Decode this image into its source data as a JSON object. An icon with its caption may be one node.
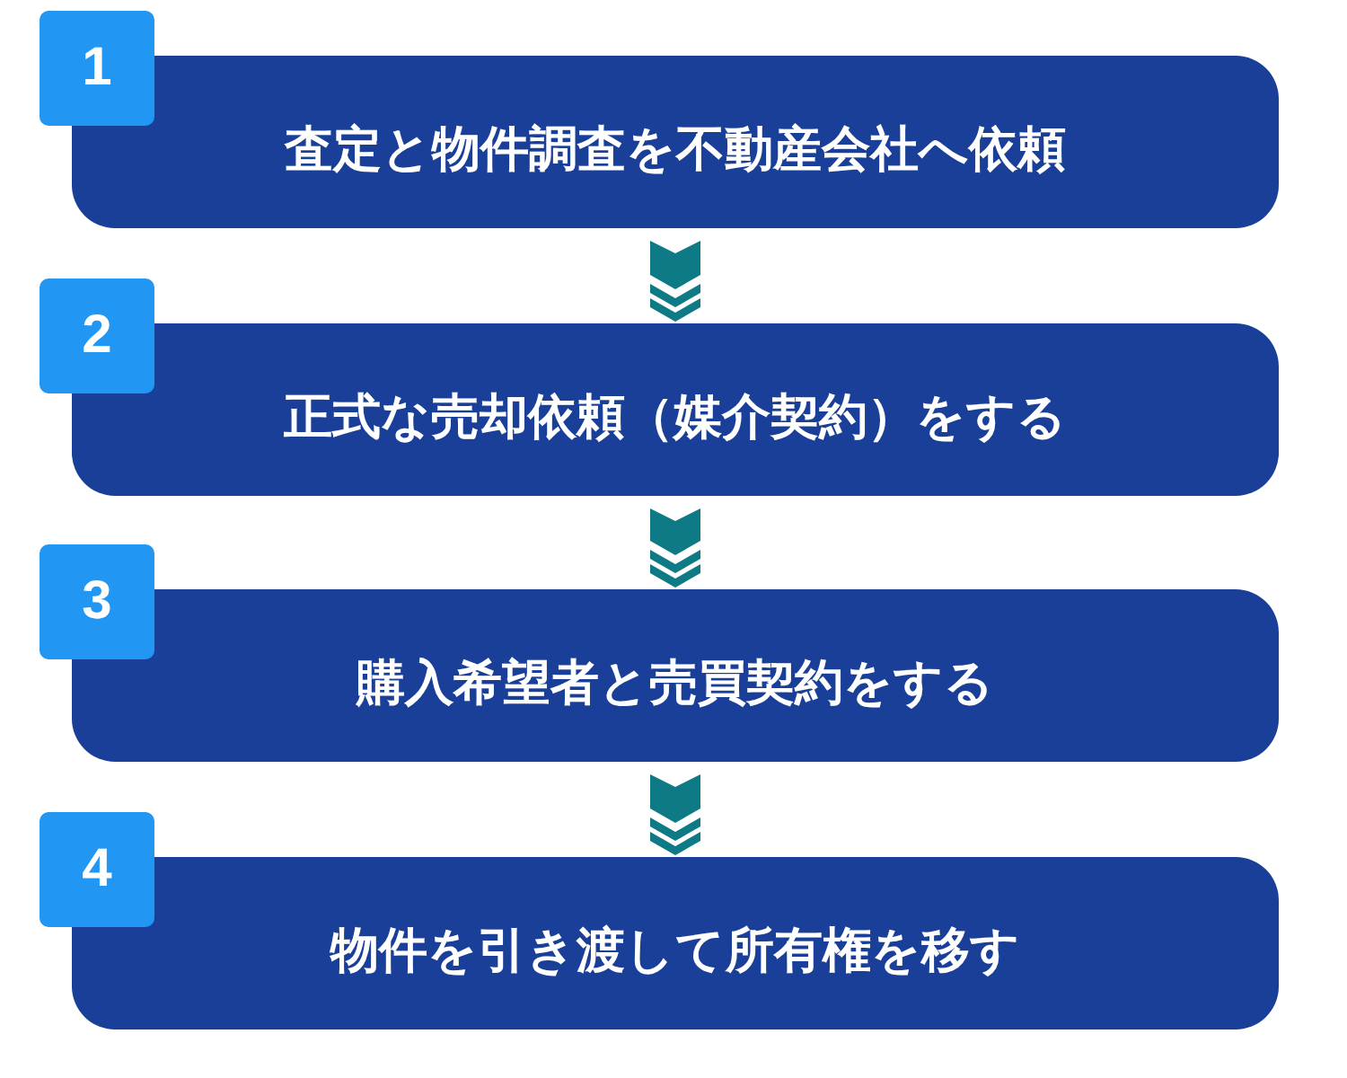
{
  "diagram": {
    "nodes": [
      {
        "text": [
          "1",
          "査定と物件調査を不動産会社へ依頼"
        ]
      },
      {
        "text": [
          "2",
          "正式な売却依頼（媒介契約）をする"
        ]
      },
      {
        "text": [
          "3",
          "購入希望者と売買契約をする"
        ]
      },
      {
        "text": [
          "4",
          "物件を引き渡して所有権を移す"
        ]
      }
    ],
    "edges": [
      {
        "from": 0,
        "to": 1,
        "arrow": "to"
      },
      {
        "from": 1,
        "to": 2,
        "arrow": "to"
      },
      {
        "from": 2,
        "to": 3,
        "arrow": "to"
      }
    ]
  }
}
